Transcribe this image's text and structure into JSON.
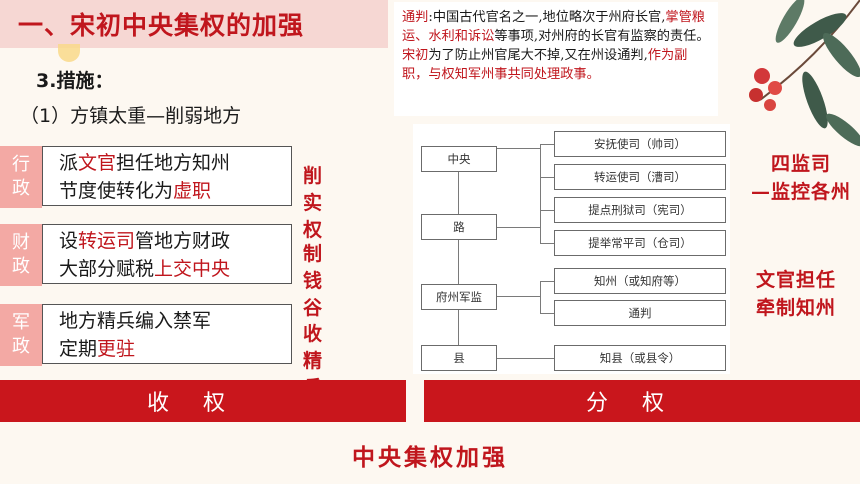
{
  "title": "一、宋初中央集权的加强",
  "measures_label": "3.措施：",
  "sub_heading": "（1）方镇太重—削弱地方",
  "categories": [
    {
      "tag": [
        "行",
        "政"
      ],
      "line1": [
        {
          "t": "派",
          "red": false
        },
        {
          "t": "文官",
          "red": true
        },
        {
          "t": "担任地方知州",
          "red": false
        }
      ],
      "line2": [
        {
          "t": "节度使转化为",
          "red": false
        },
        {
          "t": "虚职",
          "red": true
        }
      ],
      "result": "削实权"
    },
    {
      "tag": [
        "财",
        "政"
      ],
      "line1": [
        {
          "t": "设",
          "red": false
        },
        {
          "t": "转运司",
          "red": true
        },
        {
          "t": "管地方财政",
          "red": false
        }
      ],
      "line2": [
        {
          "t": "大部分赋税",
          "red": false
        },
        {
          "t": "上交中央",
          "red": true
        }
      ],
      "result": "制钱谷"
    },
    {
      "tag": [
        "军",
        "政"
      ],
      "line1": [
        {
          "t": "地方精兵编入禁军",
          "red": false
        }
      ],
      "line2": [
        {
          "t": "定期",
          "red": false
        },
        {
          "t": "更驻",
          "red": true
        }
      ],
      "result": "收精兵"
    }
  ],
  "bars": {
    "left": "收权",
    "right": "分权"
  },
  "bottom_caption": "中央集权加强",
  "note": [
    {
      "t": "通判",
      "red": true
    },
    {
      "t": ":中国古代官名之一,地位略次于州府长官,",
      "red": false
    },
    {
      "t": "掌管粮运、水利和诉讼",
      "red": true
    },
    {
      "t": "等事项,对州府的长官有监察的责任。",
      "red": false
    },
    {
      "t": "宋初",
      "red": true
    },
    {
      "t": "为了防止州官尾大不掉,又在州设通判,",
      "red": false
    },
    {
      "t": "作为副职，与权知军州事共同处理政事。",
      "red": true
    }
  ],
  "chart": {
    "left_nodes": [
      "中央",
      "路",
      "府州军监",
      "县"
    ],
    "right_nodes": [
      "安抚使司（帅司）",
      "转运使司（漕司）",
      "提点刑狱司（宪司）",
      "提举常平司（仓司）",
      "知州（或知府等）",
      "通判",
      "知县（或县令）"
    ]
  },
  "side_labels": {
    "four_supervisors": [
      "四监司",
      "—监控各州"
    ],
    "civil_officials": [
      "文官担任",
      "牵制知州"
    ]
  }
}
